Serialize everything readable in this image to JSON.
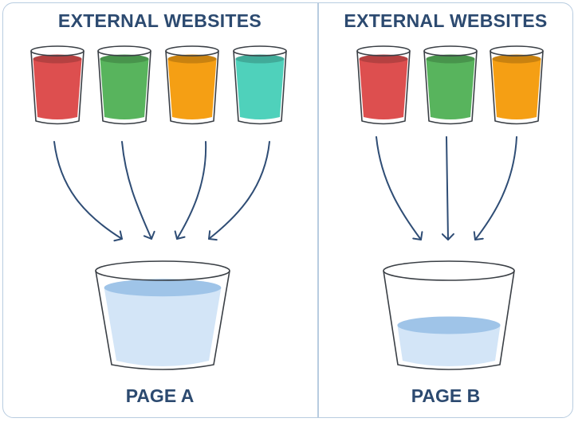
{
  "panels": [
    {
      "heading": "EXTERNAL WEBSITES",
      "page_label": "PAGE A",
      "source_cups": [
        {
          "icon": "red-glass-icon",
          "color": "#dd4f4f"
        },
        {
          "icon": "green-glass-icon",
          "color": "#58b45d"
        },
        {
          "icon": "orange-glass-icon",
          "color": "#f59f14"
        },
        {
          "icon": "teal-glass-icon",
          "color": "#4fd1bb"
        }
      ],
      "bucket_fill_level": 0.82
    },
    {
      "heading": "EXTERNAL WEBSITES",
      "page_label": "PAGE B",
      "source_cups": [
        {
          "icon": "red-glass-icon",
          "color": "#dd4f4f"
        },
        {
          "icon": "green-glass-icon",
          "color": "#58b45d"
        },
        {
          "icon": "orange-glass-icon",
          "color": "#f59f14"
        }
      ],
      "bucket_fill_level": 0.42
    }
  ],
  "colors": {
    "heading": "#2c4a70",
    "arrow": "#2f4d75",
    "water": "#d3e5f7",
    "water_surface": "#9fc4e8",
    "border": "#b8cce0"
  }
}
